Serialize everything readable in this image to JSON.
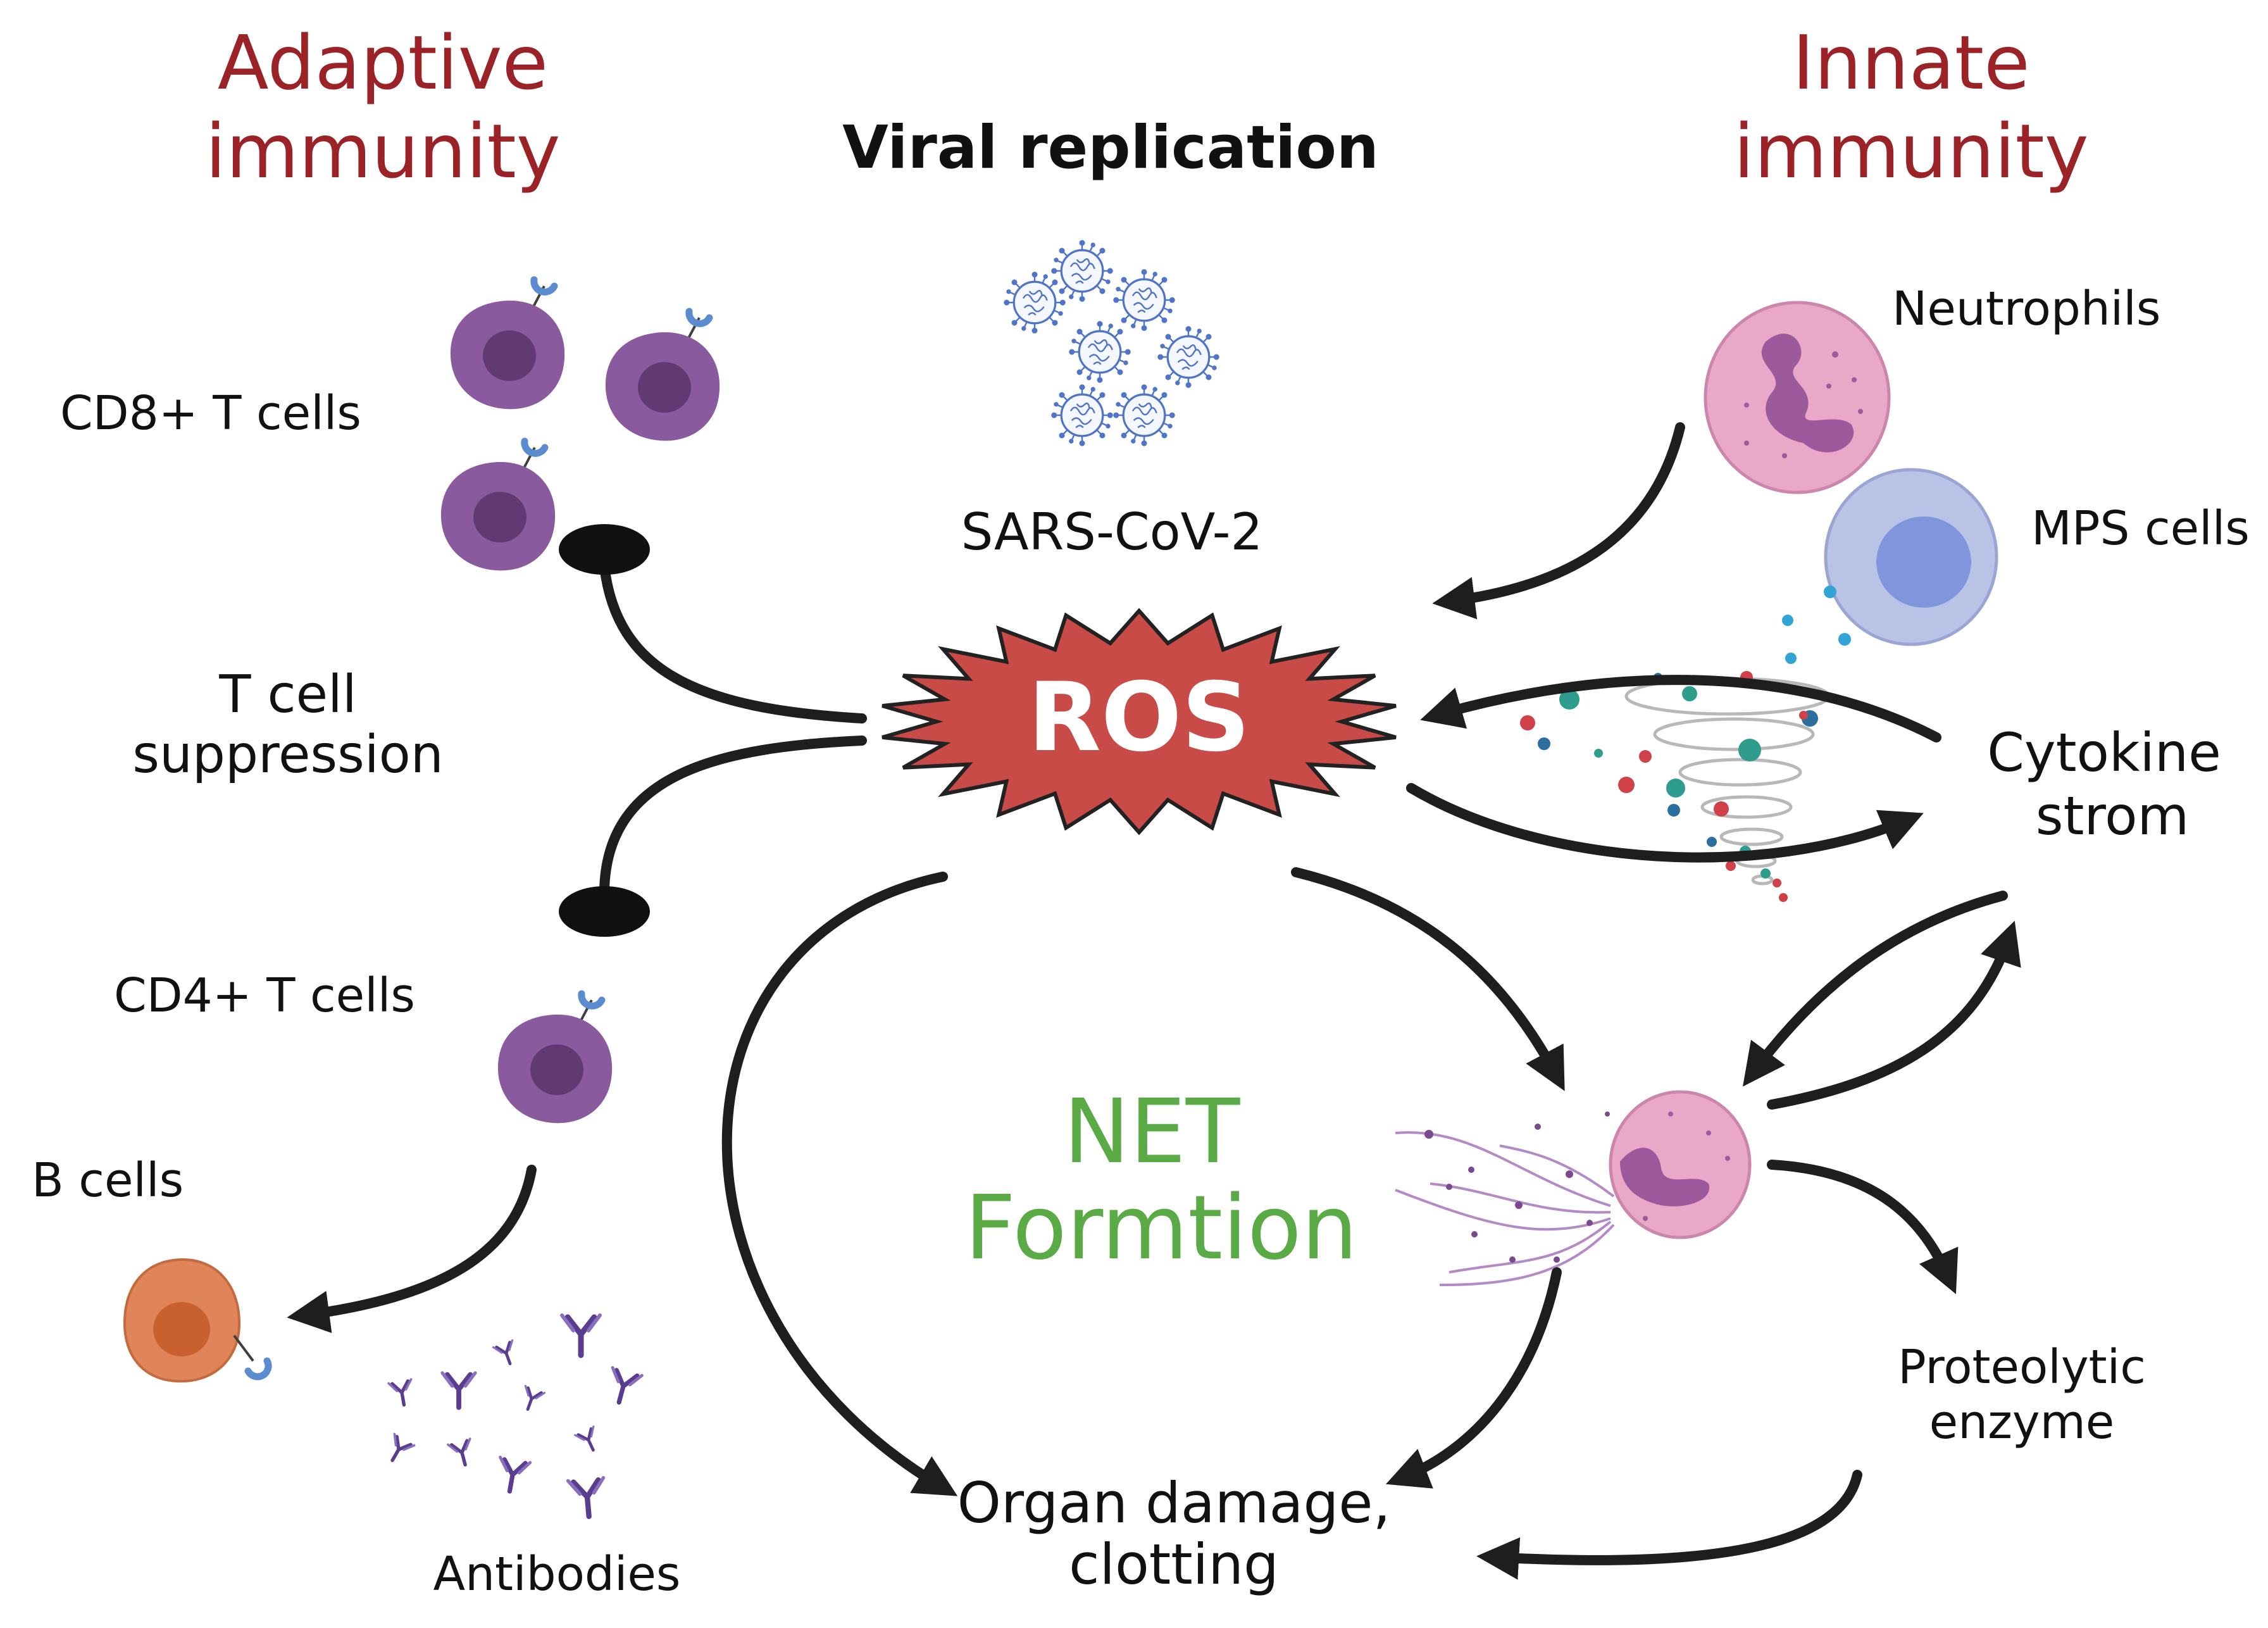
{
  "headers": {
    "adaptive_line1": "Adaptive",
    "adaptive_line2": "immunity",
    "innate_line1": "Innate",
    "innate_line2": "immunity",
    "viral": "Viral replication"
  },
  "labels": {
    "cd8": "CD8+ T cells",
    "sars": "SARS-CoV-2",
    "neutrophils": "Neutrophils",
    "mps": "MPS cells",
    "tcell_line1": "T cell",
    "tcell_line2": "suppression",
    "ros": "ROS",
    "cytokine_line1": "Cytokine",
    "cytokine_line2": "strom",
    "cd4": "CD4+ T cells",
    "bcells": "B cells",
    "net_line1": "NET",
    "net_line2": "Formtion",
    "proteolytic_line1": "Proteolytic",
    "proteolytic_line2": "enzyme",
    "organ_line1": "Organ damage,",
    "organ_line2": "clotting",
    "antibodies": "Antibodies"
  },
  "colors": {
    "header_red": "#9b2226",
    "net_green": "#5aab46",
    "ros_red": "#c84b47",
    "tcell_purple": "#8a5a9e",
    "bcell_orange": "#e0855a",
    "neutrophil_pink": "#e9a8c8",
    "mps_blue": "#b9c3e6",
    "virus_blue": "#4f74c8",
    "antibody_purple": "#5a3d8f"
  },
  "icons": [
    "tcell-icon",
    "bcell-icon",
    "virus-icon",
    "neutrophil-icon",
    "mps-cell-icon",
    "ros-burst-icon",
    "cytokine-storm-icon",
    "net-neutrophil-icon",
    "antibody-icon"
  ]
}
